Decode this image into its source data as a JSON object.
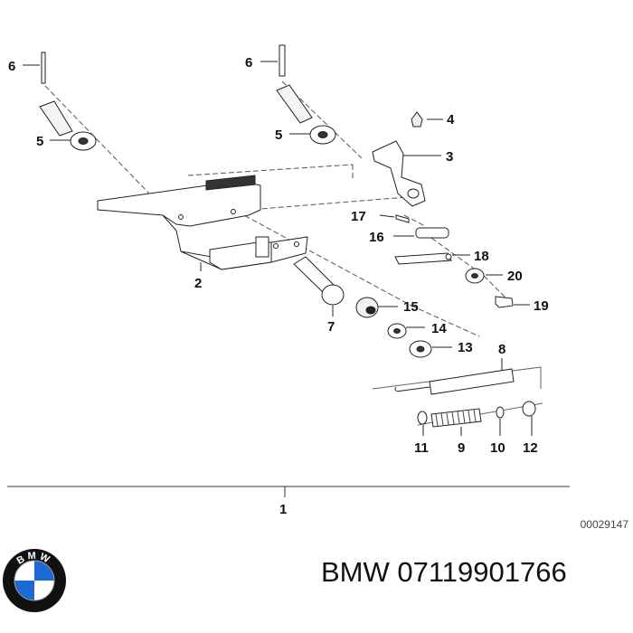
{
  "diagram": {
    "callouts": {
      "p1": "1",
      "p2": "2",
      "p3": "3",
      "p4": "4",
      "p5a": "5",
      "p5b": "5",
      "p6a": "6",
      "p6b": "6",
      "p7": "7",
      "p8": "8",
      "p9": "9",
      "p10": "10",
      "p11": "11",
      "p12": "12",
      "p13": "13",
      "p14": "14",
      "p15": "15",
      "p16": "16",
      "p17": "17",
      "p18": "18",
      "p19": "19",
      "p20": "20"
    },
    "reference_number": "00029147"
  },
  "caption": {
    "text": "BMW 07119901766"
  },
  "logo": {
    "icon": "bmw-roundel-icon",
    "letters": "BMW",
    "colors": {
      "blue": "#1c69d4",
      "white": "#ffffff",
      "ring": "#111111"
    }
  }
}
